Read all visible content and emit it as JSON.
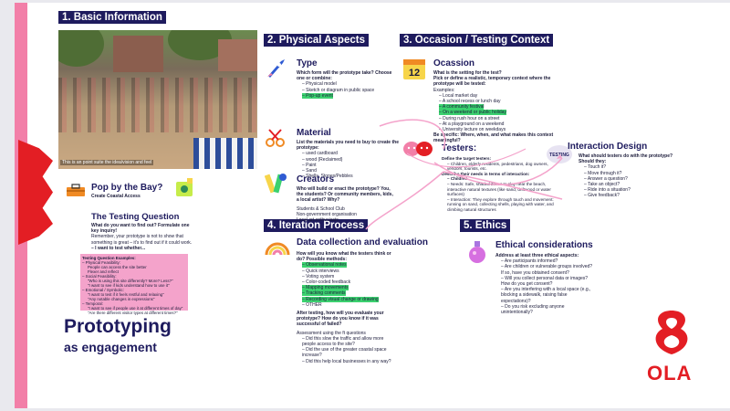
{
  "sections": {
    "basic": "1. Basic Information",
    "physical": "2. Physical Aspects",
    "occasion": "3. Occasion / Testing Context",
    "iteration": "4. Iteration Process",
    "ethics": "5. Ethics"
  },
  "photo_caption": "This is an point suite the idea/vision and feel",
  "project": {
    "title": "Pop by the Bay?",
    "subtitle": "Create Coastal Access"
  },
  "testing_question": {
    "title": "The Testing Question",
    "prompt": "What do you want to find out? Formulate one key inquiry!",
    "note": "Remember, your prototype is not to show that something is great – it's to find out if it could work.",
    "ask": "– I want to test whether...",
    "examples_head": "Testing Question Examples:",
    "examples": [
      "– Physical Feasibility:",
      "People can access the site better",
      "Flexer and reflect",
      "– Social Feasibility:",
      "\"Who is using this site differently? More? Less?\"",
      "\"I want to see if kids understand how to use it\"",
      "– Emotional / Symbolic:",
      "\"I want to test if it feels restful and relaxing\"",
      "\"Any notable changes in expressions\"",
      "– Temporal:",
      "\"I want to see if people use it at different times of day\"",
      "\"Are there different visitor types at different times?\""
    ]
  },
  "type": {
    "title": "Type",
    "prompt": "Which form will the prototype take? Choose one or combine:",
    "items": [
      "– Physical model",
      "– Sketch or diagram in public space"
    ],
    "highlight": "– Pop-up event"
  },
  "material": {
    "title": "Material",
    "prompt": "List the materials you need to buy to create the prototype:",
    "items": [
      "– used cardboard",
      "– wood (Reclaimed)",
      "– Paint",
      "– Sand",
      "– Shells, Stones/Pebbles"
    ]
  },
  "creators": {
    "title": "Creators",
    "prompt": "Who will build or enact the prototype? You, the students? Or community members, kids, a local artist? Why?",
    "items": [
      "Students & School Club",
      "Non-government organisation",
      "Local art enthusiasts"
    ]
  },
  "occasion": {
    "title": "Ocassion",
    "icon_number": "12",
    "prompt": "What is the setting for the test?",
    "prompt2": "Pick or define a realistic, temporary context where the prototype will be tested:",
    "examples_head": "Examples:",
    "items": [
      "– Local market day",
      "– A school recess or lunch day"
    ],
    "highlights": [
      "– A community festival",
      "– On a weekend or public holiday"
    ],
    "items2": [
      "– During rush hour on a street",
      "– At a playground on a weekend",
      "– University lecture on weekdays"
    ],
    "closing": "Be specific: Where, when, and what makes this context meaningful?"
  },
  "testers": {
    "title": "Testers:",
    "define": "Define the target testers:",
    "items": [
      "– Children, elderly residents, pedestrians, dog owners, vendors, tourists, etc."
    ],
    "describe": "Describe their needs in terms of interaction:",
    "children": "– Children",
    "needs": "– Needs: Safe, shaded zones to play near the beach, interactive natural textures (like sand, driftwood or water surfaces)",
    "interaction": "– Interaction: They explore through touch and movement: running on sand, collecting shells, playing with water, and climbing natural structures"
  },
  "interaction_design": {
    "title": "Interaction Design",
    "prompt": "What should testers do with the prototype?",
    "should": "Should they:",
    "items": [
      "– Touch it?",
      "– Move through it?",
      "– Answer a question?",
      "– Take an object?",
      "– Ride into a situation?",
      "– Give feedback?"
    ],
    "badge": "TESTING"
  },
  "data_collection": {
    "title": "Data collection and evaluation",
    "prompt": "How will you know what the testers think or do? Possible methods:",
    "highlight1": [
      "– Observational notes"
    ],
    "items": [
      "– Quick interviews",
      "– Voting system",
      "– Color-coded feedback"
    ],
    "highlight2": [
      "– Mapping movements",
      "– Tracking comments",
      "– Recording visual change or drawing"
    ],
    "other": "– OTHER",
    "after": "After testing, how will you evaluate your prototype? How do you know if it was successful of failed?",
    "assess": "Assessment using the ft questions",
    "questions": [
      "– Did this slow the traffic and allow more people access to the site?",
      "– Did the use of the greater coastal space increase?",
      "– Did this help local businesses in any way?"
    ]
  },
  "ethical": {
    "title": "Ethical considerations",
    "prompt": "Address at least three ethical aspects:",
    "items": [
      "– Are participants informed?",
      "– Are children or vulnerable groups involved? If so, have you obtained consent?",
      "– Will you collect personal data or images? How do you get consent?",
      "– Are you interfering with a local space (e.g., blocking a sidewalk, raising false expectations)?",
      "– Do you risk excluding anyone unintentionally?"
    ]
  },
  "footer": {
    "title": "Prototyping",
    "subtitle": "as engagement"
  },
  "logo_text": "OLA",
  "colors": {
    "navy": "#1e1b5e",
    "pink": "#f27fa8",
    "red": "#e31e24",
    "highlight": "#3bd16f"
  }
}
